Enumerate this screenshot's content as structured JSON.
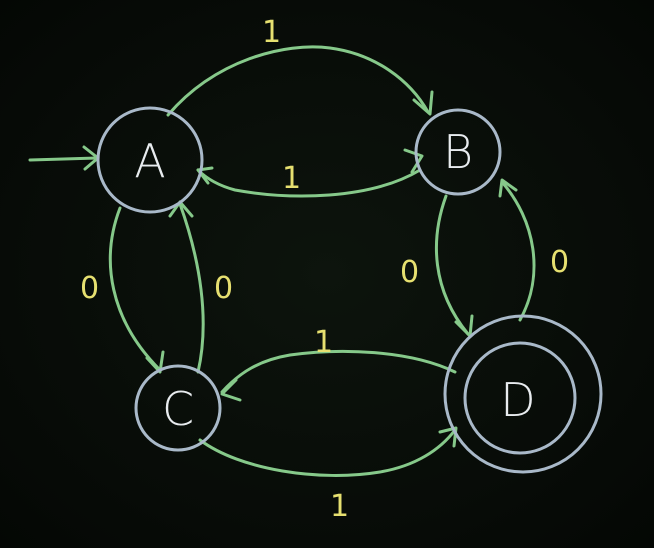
{
  "diagram": {
    "type": "finite-automaton",
    "states": [
      {
        "id": "A",
        "label": "A",
        "start": true,
        "accept": false
      },
      {
        "id": "B",
        "label": "B",
        "start": false,
        "accept": false
      },
      {
        "id": "C",
        "label": "C",
        "start": false,
        "accept": false
      },
      {
        "id": "D",
        "label": "D",
        "start": false,
        "accept": true
      }
    ],
    "transitions": [
      {
        "from": "A",
        "to": "B",
        "symbol": "1"
      },
      {
        "from": "B",
        "to": "A",
        "symbol": "1"
      },
      {
        "from": "A",
        "to": "C",
        "symbol": "0"
      },
      {
        "from": "C",
        "to": "A",
        "symbol": "0"
      },
      {
        "from": "B",
        "to": "D",
        "symbol": "0"
      },
      {
        "from": "D",
        "to": "B",
        "symbol": "0"
      },
      {
        "from": "D",
        "to": "C",
        "symbol": "1"
      },
      {
        "from": "C",
        "to": "D",
        "symbol": "1"
      }
    ],
    "colors": {
      "background": "#060b06",
      "state_outline": "#a9b9c9",
      "state_text": "#e8ecef",
      "edge": "#86c98a",
      "edge_label": "#e6e070"
    }
  }
}
